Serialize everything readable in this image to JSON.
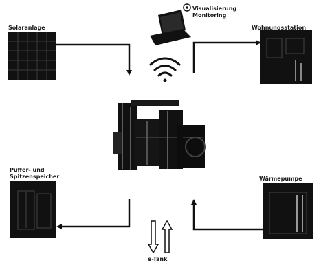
{
  "labels": {
    "solar": "Solaranlage",
    "visual_line1": "Visualisierung",
    "visual_line2": "Monitoring",
    "living": "Wohnungsstation",
    "buffer_line1": "Puffer- und",
    "buffer_line2": "Spitzenspeicher",
    "heatpump": "Wärmepumpe",
    "etank": "e-Tank"
  },
  "icons": {
    "laptop": "laptop-icon",
    "wifi": "wifi-icon",
    "monitor_badge": "monitor-badge-icon"
  },
  "colors": {
    "ink": "#111111",
    "background": "#ffffff"
  }
}
